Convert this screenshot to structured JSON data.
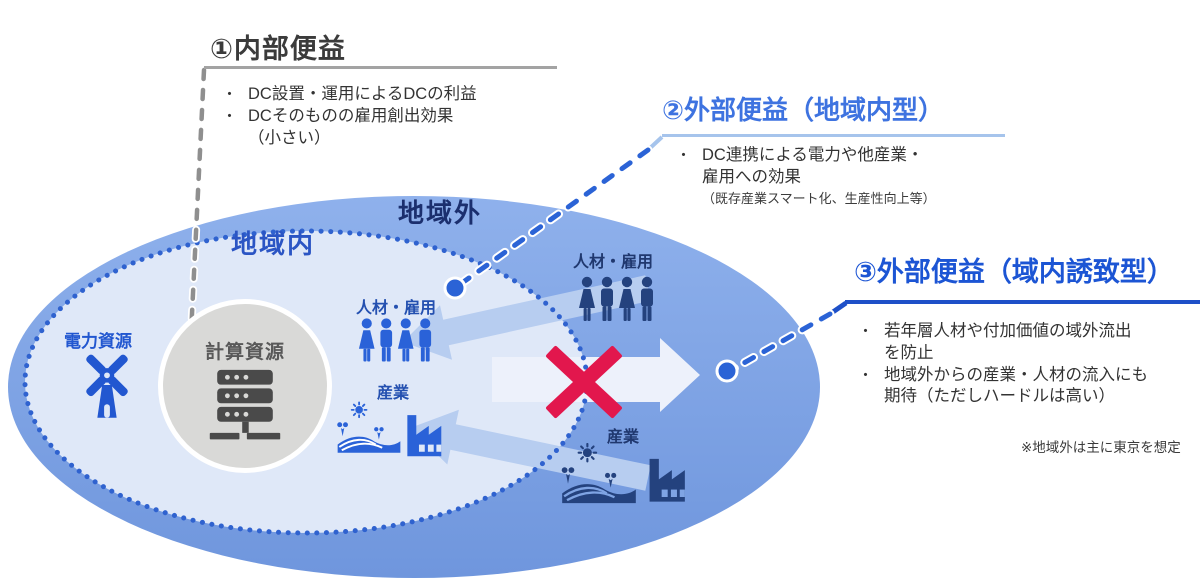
{
  "diagram": {
    "regions": {
      "outer": "地域外",
      "inner": "地域内"
    },
    "nodes": {
      "power": "電力資源",
      "compute": "計算資源",
      "hr_inner": "人材・雇用",
      "industry_inner": "産業",
      "hr_outer": "人材・雇用",
      "industry_outer": "産業"
    },
    "bullet_char": "・",
    "panel1": {
      "title": "①内部便益",
      "b1": "DC設置・運用によるDCの利益",
      "b2_line1": "DCそのものの雇用創出効果",
      "b2_line2": "（小さい）"
    },
    "panel2": {
      "title": "②外部便益（地域内型）",
      "b1_line1": "DC連携による電力や他産業・",
      "b1_line2": "雇用への効果",
      "note": "（既存産業スマート化、生産性向上等）"
    },
    "panel3": {
      "title": "③外部便益（域内誘致型）",
      "b1_line1": "若年層人材や付加価値の域外流出",
      "b1_line2": "を防止",
      "b2_line1": "地域外からの産業・人材の流入にも",
      "b2_line2": "期待（ただしハードルは高い）",
      "footnote": "※地域外は主に東京を想定"
    },
    "colors": {
      "outer_ellipse": "#7fa4e4",
      "inner_ellipse": "#dfe8f8",
      "dotted_border": "#2f62cf",
      "arrow_light": "#b7cdf0",
      "arrow_white": "#edf1fb",
      "cross_red": "#e2174d",
      "accent_blue": "#2a62d8",
      "navy": "#24427e",
      "connector_blue": "#2b63d6",
      "connector_gray": "#8f8f8f"
    }
  }
}
